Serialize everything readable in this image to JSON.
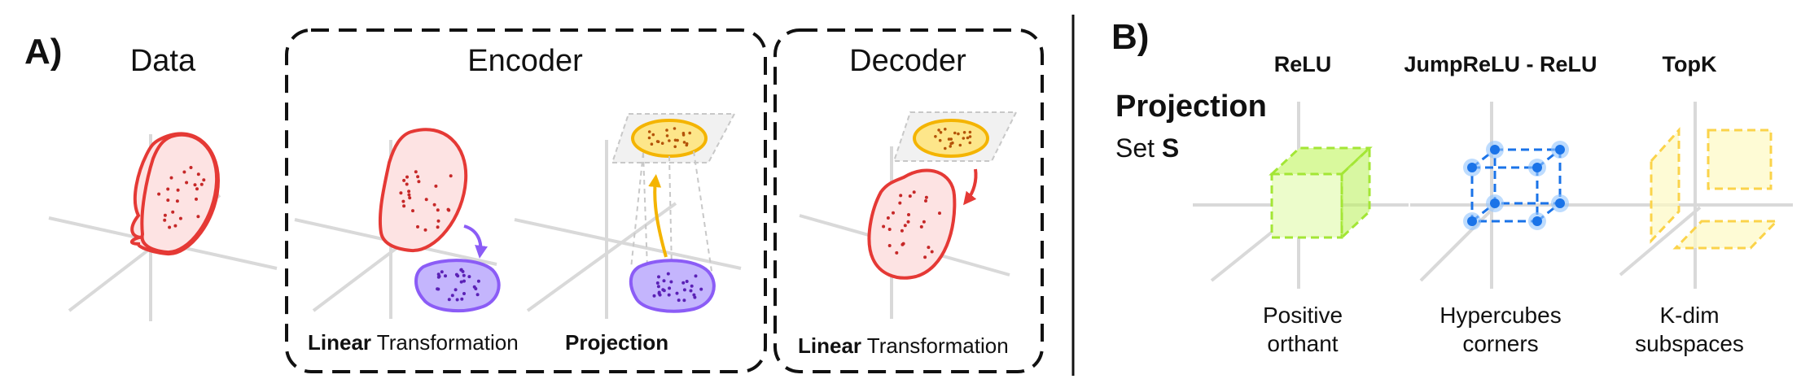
{
  "panel_a": {
    "label": "A)",
    "data_heading": "Data",
    "encoder_heading": "Encoder",
    "decoder_heading": "Decoder",
    "encoder_caption_1_bold": "Linear",
    "encoder_caption_1_rest": "Transformation",
    "encoder_caption_2_bold": "Projection",
    "decoder_caption_bold": "Linear",
    "decoder_caption_rest": "Transformation"
  },
  "panel_b": {
    "label": "B)",
    "projection_title": "Projection",
    "set_prefix": "Set",
    "set_symbol": "S",
    "activations": [
      {
        "title": "ReLU",
        "caption_line1": "Positive",
        "caption_line2": "orthant",
        "color": "#a3e635"
      },
      {
        "title": "JumpReLU - ReLU",
        "caption_line1": "Hypercubes",
        "caption_line2": "corners",
        "color": "#1a73e8"
      },
      {
        "title": "TopK",
        "caption_line1": "K-dim",
        "caption_line2": "subspaces",
        "color": "#fbd34a"
      }
    ]
  },
  "colors": {
    "data_red": "#e53935",
    "data_fill": "#fde3e3",
    "latent_purple": "#8b5cf6",
    "latent_fill": "#c4b5fd",
    "sparse_yellow": "#f4b400",
    "sparse_fill": "#fde68a",
    "axis_gray": "#d9d9d9"
  }
}
